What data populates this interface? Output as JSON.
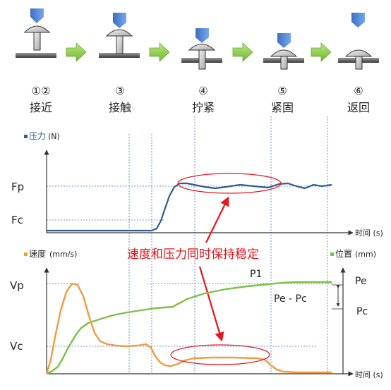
{
  "steps": [
    {
      "num": "①②",
      "label": "接近"
    },
    {
      "num": "③",
      "label": "接触"
    },
    {
      "num": "④",
      "label": "拧紧"
    },
    {
      "num": "⑤",
      "label": "紧固"
    },
    {
      "num": "⑥",
      "label": "返回"
    }
  ],
  "chart_data": [
    {
      "type": "line",
      "title": "",
      "legend": {
        "marker_color": "#2e5d8e",
        "label": "压力",
        "unit": "(N)"
      },
      "xlabel": "时间 (s)",
      "y_ticks": [
        "Fp",
        "Fc"
      ],
      "series": [
        {
          "name": "压力",
          "color": "#2e5d8e",
          "shape": "flat-low, sharp rise, oscillating plateau at Fp"
        }
      ]
    },
    {
      "type": "line",
      "title": "",
      "legend_left": {
        "marker_color": "#f39a3c",
        "label": "速度",
        "unit": "(mm/s)"
      },
      "legend_right": {
        "marker_color": "#7cc142",
        "label": "位置",
        "unit": "(mm)"
      },
      "xlabel": "时间 (s)",
      "y_ticks": [
        "Vp",
        "Vc"
      ],
      "right_labels": {
        "p1": "P1",
        "pe_pc": "Pe - Pc",
        "pe": "Pe",
        "pc": "Pc"
      },
      "series": [
        {
          "name": "速度",
          "color": "#f39a3c",
          "shape": "peak at Vp, decay, low plateau, fall to zero"
        },
        {
          "name": "位置",
          "color": "#7cc142",
          "shape": "rising curve to plateau at Pe"
        }
      ]
    }
  ],
  "annotation": {
    "text": "速度和压力同时保持稳定",
    "color": "#e8151b"
  },
  "colors": {
    "arrow": "#8ccf4a",
    "tool_blue": "#4a86d8",
    "grid": "#4a70c8"
  }
}
